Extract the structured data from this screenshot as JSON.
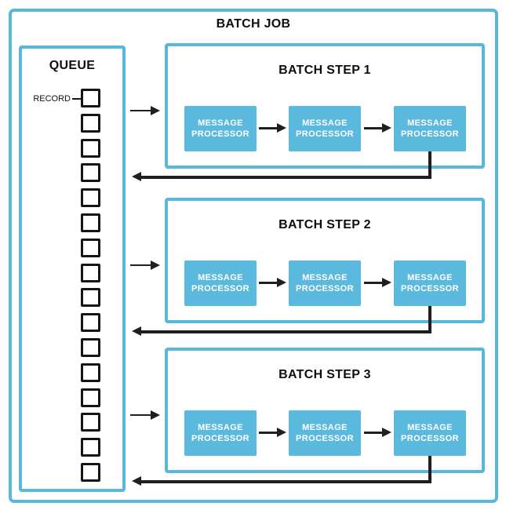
{
  "batch_job": {
    "title": "BATCH JOB"
  },
  "queue": {
    "title": "QUEUE",
    "record_label": "RECORD",
    "record_count": 16
  },
  "steps": [
    {
      "label": "BATCH STEP 1",
      "processors": [
        "MESSAGE PROCESSOR",
        "MESSAGE PROCESSOR",
        "MESSAGE PROCESSOR"
      ]
    },
    {
      "label": "BATCH STEP 2",
      "processors": [
        "MESSAGE PROCESSOR",
        "MESSAGE PROCESSOR",
        "MESSAGE PROCESSOR"
      ]
    },
    {
      "label": "BATCH STEP 3",
      "processors": [
        "MESSAGE PROCESSOR",
        "MESSAGE PROCESSOR",
        "MESSAGE PROCESSOR"
      ]
    }
  ],
  "colors": {
    "accent_blue": "#58B7DB",
    "processor_fill": "#5CB9DE",
    "line_black": "#1F1F1F"
  }
}
